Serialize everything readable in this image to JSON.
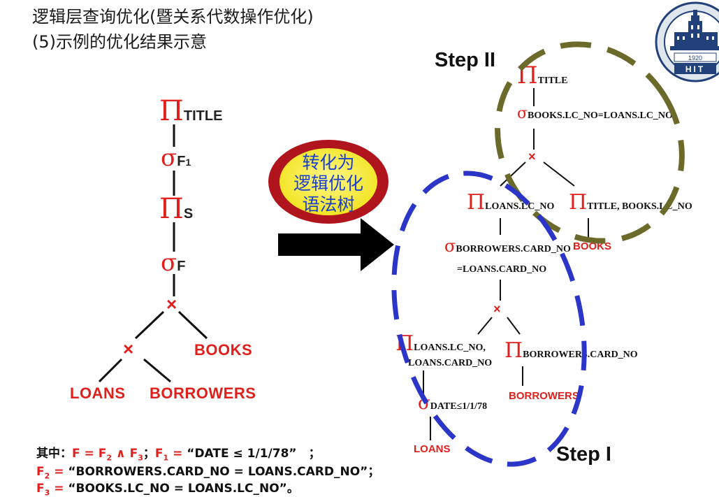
{
  "header": {
    "title_line1": "逻辑层查询优化(暨关系代数操作优化)",
    "title_line2": "(5)示例的优化结果示意"
  },
  "logo": {
    "text": "HIT",
    "year": "1920"
  },
  "left_tree": {
    "pi_title": "Π",
    "pi_title_sub": "TITLE",
    "sigma_f1": "σ",
    "sigma_f1_sub": "F",
    "sigma_f1_sub2": "1",
    "pi_s": "Π",
    "pi_s_sub": "S",
    "sigma_f": "σ",
    "sigma_f_sub": "F",
    "cross1": "×",
    "cross2": "×",
    "books": "BOOKS",
    "loans": "LOANS",
    "borrowers": "BORROWERS"
  },
  "bubble": {
    "line1": "转化为",
    "line2": "逻辑优化",
    "line3": "语法树"
  },
  "right_tree": {
    "step2": "Step II",
    "step1": "Step I",
    "pi_title": "Π",
    "pi_title_sub": "TITLE",
    "sigma_top": "σ",
    "sigma_top_sub": "BOOKS.LC_NO=LOANS.LC_NO",
    "cross_top": "×",
    "pi_loans_lc": "Π",
    "pi_loans_lc_sub": "LOANS.LC_NO",
    "pi_title_books": "Π",
    "pi_title_books_sub": "TITLE, BOOKS.LC_NO",
    "books": "BOOKS",
    "sigma_mid": "σ",
    "sigma_mid_sub1": "BORROWERS.CARD_NO",
    "sigma_mid_sub2": "=LOANS.CARD_NO",
    "cross_mid": "×",
    "pi_loans2": "Π",
    "pi_loans2_sub1": "LOANS.LC_NO,",
    "pi_loans2_sub2": "LOANS.CARD_NO",
    "pi_borrowers": "Π",
    "pi_borrowers_sub": "BORROWERS.CARD_NO",
    "borrowers": "BORROWERS",
    "sigma_date": "σ",
    "sigma_date_sub": "DATE≤1/1/78",
    "loans": "LOANS"
  },
  "notes": {
    "prefix": "其中：",
    "l1_a": "F = F",
    "l1_a_sub": "2",
    "l1_b": " ∧ F",
    "l1_b_sub": "3",
    "l1_c": "；",
    "l1_d": "F",
    "l1_d_sub": "1",
    "l1_e": " = ",
    "l1_f": "“DATE ≤ 1/1/78”　；",
    "l2_a": "F",
    "l2_a_sub": "2",
    "l2_b": " = ",
    "l2_c": "“BORROWERS.CARD_NO = LOANS.CARD_NO”；",
    "l3_a": "F",
    "l3_a_sub": "3",
    "l3_b": " = ",
    "l3_c": "“BOOKS.LC_NO = LOANS.LC_NO”。"
  },
  "colors": {
    "red": "#e0201c",
    "blue_dash": "#2b35c8",
    "olive_dash": "#6b6a2a",
    "bubble_fill": "#f7ef3a",
    "bubble_ring": "#b0151e",
    "arrow": "#000000"
  }
}
